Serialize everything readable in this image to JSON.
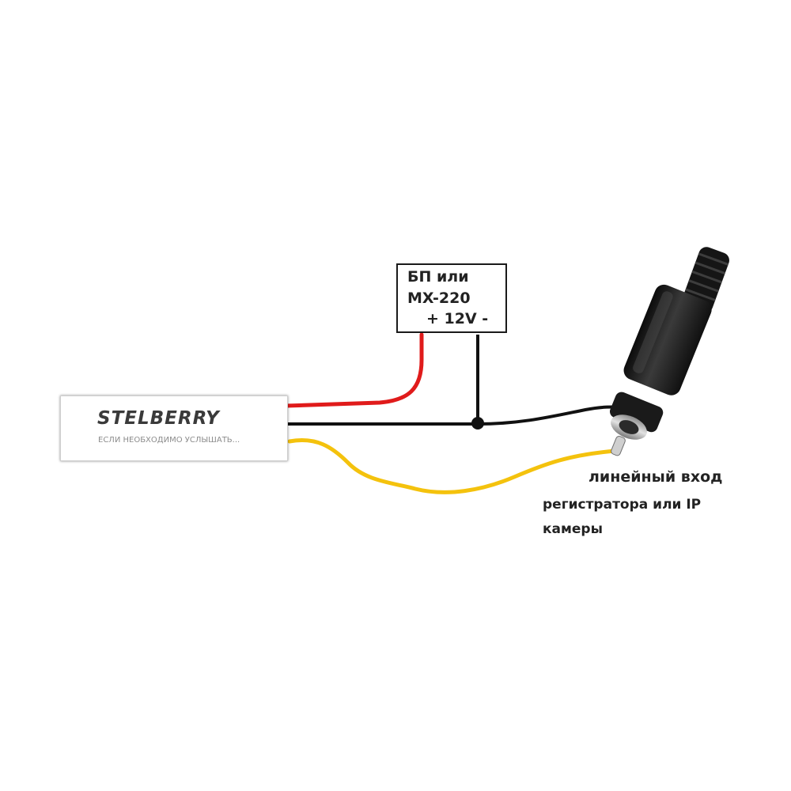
{
  "psu": {
    "line1": "БП или",
    "line2": "MX-220",
    "line3": "+ 12V -"
  },
  "module": {
    "brand": "STELBERRY",
    "slogan": "ЕСЛИ НЕОБХОДИМО УСЛЫШАТЬ..."
  },
  "labels": {
    "input": "линейный вход",
    "device_line1": "регистратора или IP",
    "device_line2": "камеры"
  },
  "colors": {
    "red_wire": "#e01b1b",
    "black_wire": "#111111",
    "yellow_wire": "#f4c20d",
    "plug_body": "#1c1c1c",
    "plug_metal": "#bdbdbd"
  },
  "icons": {
    "connector": "rca-plug-icon",
    "junction": "junction-dot-icon"
  }
}
